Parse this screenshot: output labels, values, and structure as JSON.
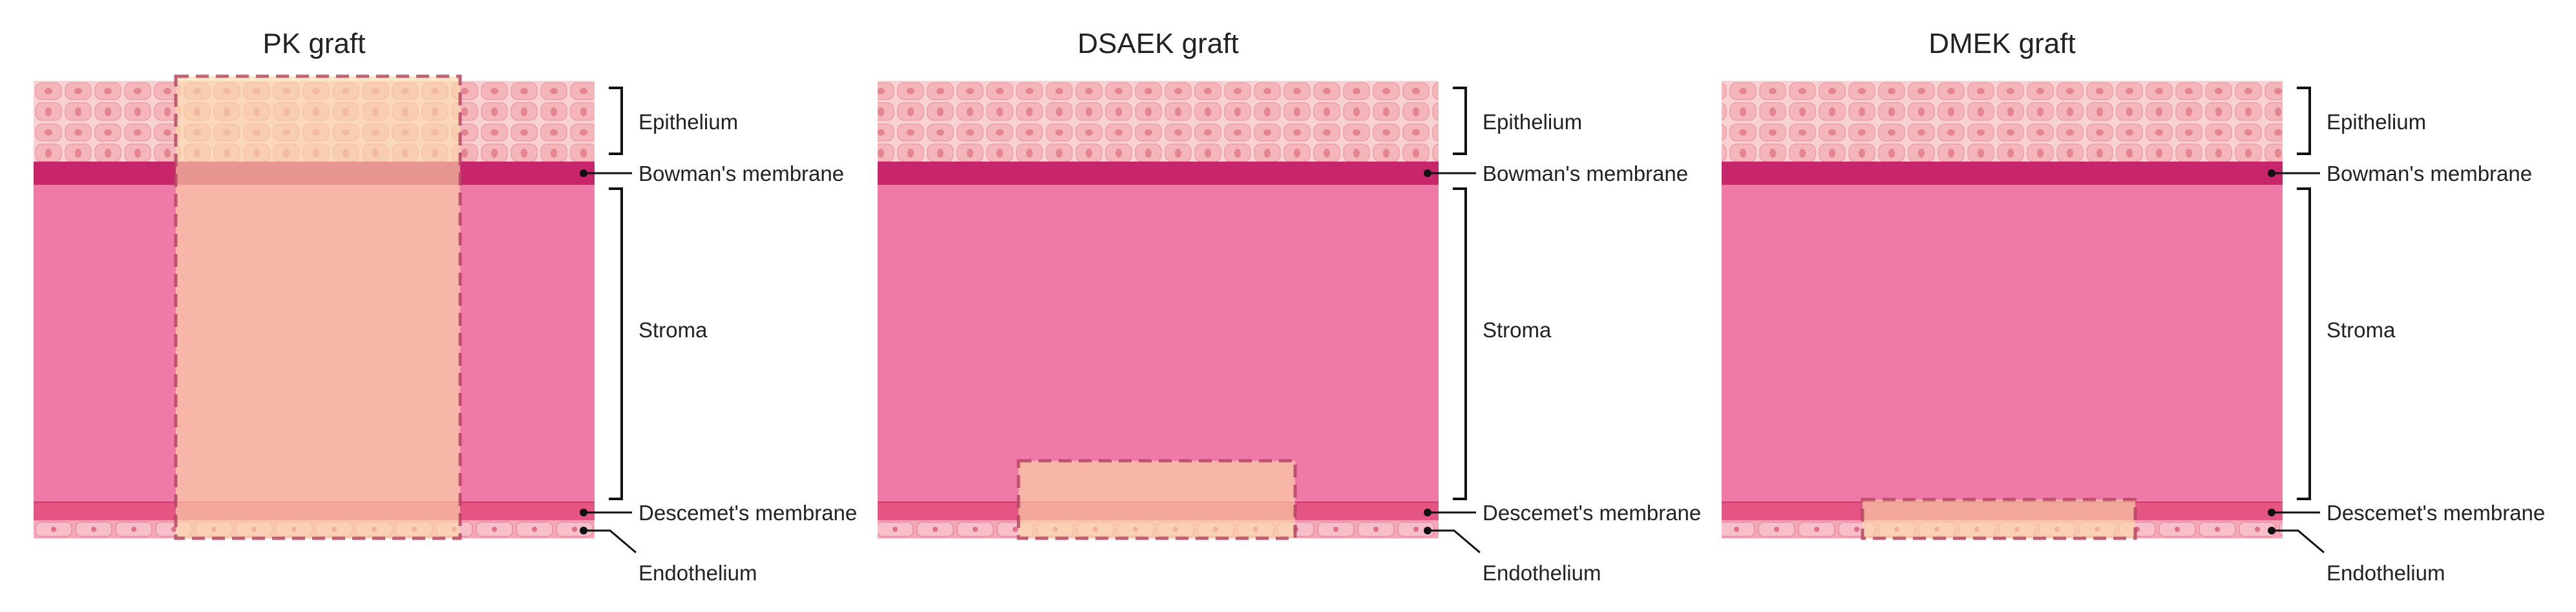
{
  "colors": {
    "epithelium_bg": "#f8d2d2",
    "epithelium_cell": "#f4b6ba",
    "epithelium_nucleus": "#e3868f",
    "bowman": "#c8266a",
    "stroma": "#f07aa7",
    "descemet": "#e55583",
    "endothelium_bg": "#f5a8b6",
    "endothelium_cell": "#f7bfc9",
    "graft_fill": "#fbdcaa",
    "graft_border": "#b54663",
    "callout": "#111111"
  },
  "layer_labels": {
    "epithelium": "Epithelium",
    "bowman": "Bowman's membrane",
    "stroma": "Stroma",
    "descemet": "Descemet's membrane",
    "endothelium": "Endothelium"
  },
  "panels": [
    {
      "id": "pk",
      "title": "PK graft",
      "graft_depth": "full thickness"
    },
    {
      "id": "dsaek",
      "title": "DSAEK graft",
      "graft_depth": "posterior stroma, Descemet's membrane and endothelium"
    },
    {
      "id": "dmek",
      "title": "DMEK graft",
      "graft_depth": "Descemet's membrane and endothelium"
    }
  ]
}
